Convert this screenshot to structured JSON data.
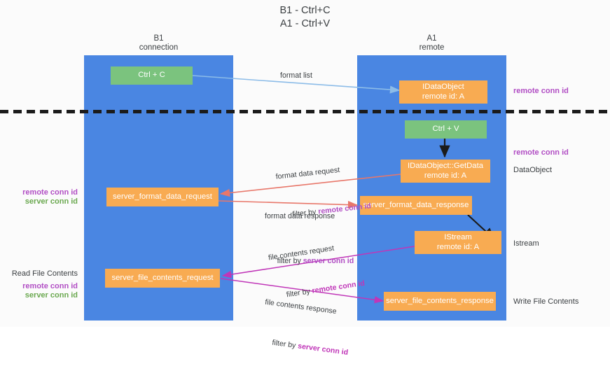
{
  "title": "B1 - Ctrl+C\nA1 - Ctrl+V",
  "columns": [
    {
      "name": "b1",
      "header": "B1\nconnection"
    },
    {
      "name": "a1",
      "header": "A1\nremote"
    }
  ],
  "colors": {
    "lane": "#4a86e2",
    "node_orange": "#f8ab52",
    "node_green": "#7bc37e",
    "remote_conn_id": "#b14ec4",
    "server_conn_id": "#6aa84f",
    "arrow_blue": "#8cbce8",
    "arrow_red": "#e8776a",
    "arrow_magenta": "#c036b8",
    "arrow_black": "#1b1b1b",
    "text": "#3c4043"
  },
  "nodes": {
    "ctrl_c": "Ctrl + C",
    "ctrl_v": "Ctrl + V",
    "idataobject_remote": "IDataObject\nremote id: A",
    "idataobject_getdata": "IDataObject::GetData\nremote id: A",
    "istream": "IStream\nremote id: A",
    "server_format_data_request": "server_format_data_request",
    "server_format_data_response": "server_format_data_response",
    "server_file_contents_request": "server_file_contents_request",
    "server_file_contents_response": "server_file_contents_response"
  },
  "edge_labels": {
    "format_list": "format list",
    "format_data_request": "format data request",
    "format_data_request_filter_prefix": "filter by ",
    "format_data_request_filter_value": "remote conn id",
    "format_data_response": "format data response",
    "format_data_response_filter_prefix": "filter by ",
    "format_data_response_filter_value": "server conn id",
    "file_contents_request": "file contents request",
    "file_contents_request_filter_prefix": "filter by ",
    "file_contents_request_filter_value": "remote conn id",
    "file_contents_response": "file contents response",
    "file_contents_response_filter_prefix": "filter by ",
    "file_contents_response_filter_value": "server conn id"
  },
  "side_labels": {
    "right_remote_conn_id_top": "remote conn id",
    "right_remote_conn_id_mid": "remote conn id",
    "right_dataobject": "DataObject",
    "right_istream": "Istream",
    "right_write_file_contents": "Write File Contents",
    "left_remote_conn_id": "remote conn id",
    "left_server_conn_id": "server conn id",
    "left_read_file_contents": "Read File Contents",
    "left_remote_conn_id_2": "remote conn id",
    "left_server_conn_id_2": "server conn id"
  }
}
